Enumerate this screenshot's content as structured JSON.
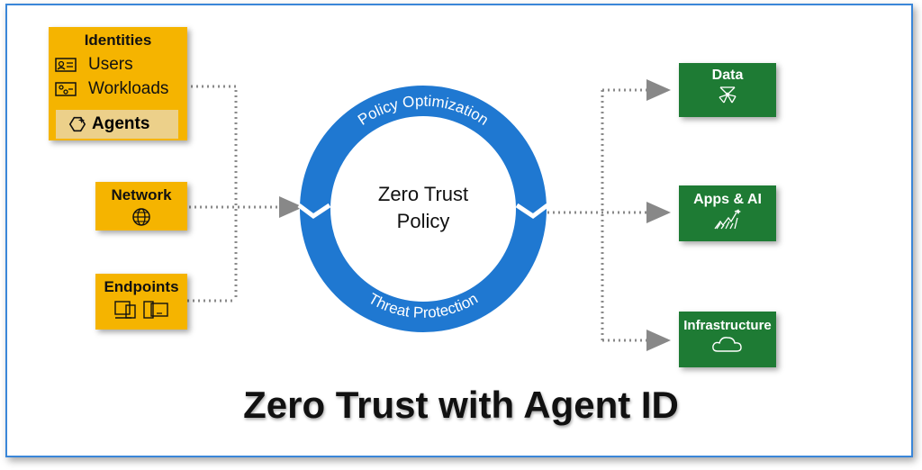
{
  "identities": {
    "title": "Identities",
    "items": [
      "Users",
      "Workloads",
      "Agents"
    ]
  },
  "network": {
    "title": "Network"
  },
  "endpoints": {
    "title": "Endpoints"
  },
  "ring": {
    "top_label": "Policy Optimization",
    "bottom_label": "Threat Protection",
    "center_line1": "Zero Trust",
    "center_line2": "Policy"
  },
  "outputs": {
    "data": "Data",
    "apps_ai": "Apps & AI",
    "infrastructure": "Infrastructure"
  },
  "main_title": "Zero Trust with Agent ID",
  "colors": {
    "input_box": "#f5b400",
    "agents_highlight": "#ecd08a",
    "output_box": "#1e7b34",
    "ring": "#1f78d1",
    "frame": "#3a86d8"
  },
  "icons": [
    "user-card-icon",
    "workload-icon",
    "agent-icon",
    "globe-icon",
    "devices-icon",
    "network-node-icon",
    "chart-icon",
    "cloud-icon"
  ]
}
